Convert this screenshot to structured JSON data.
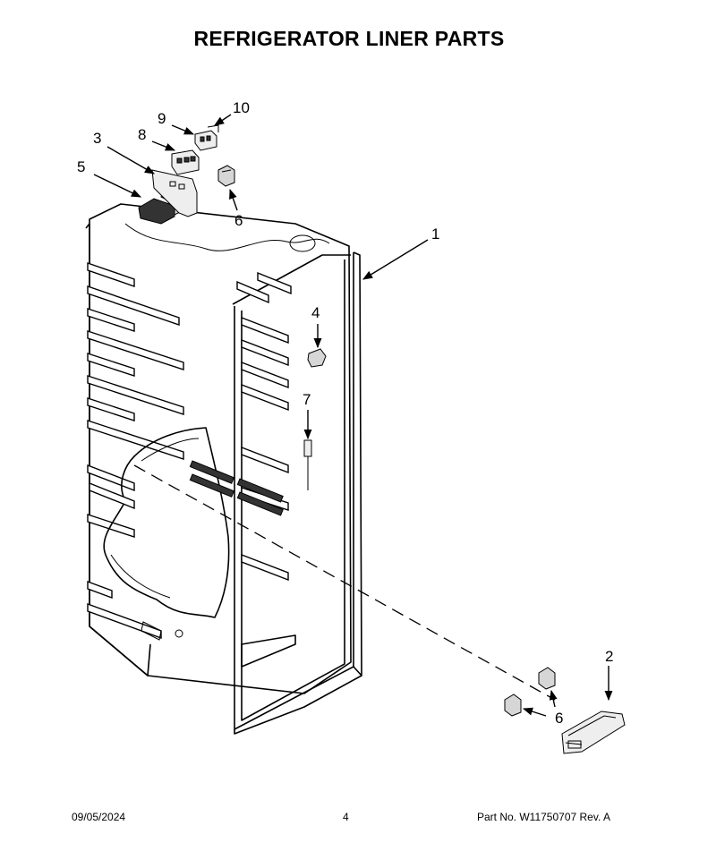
{
  "title": "REFRIGERATOR LINER PARTS",
  "callouts": {
    "c1": "1",
    "c2": "2",
    "c3": "3",
    "c4": "4",
    "c5": "5",
    "c6a": "6",
    "c6b": "6",
    "c7": "7",
    "c8": "8",
    "c9": "9",
    "c10": "10"
  },
  "footer": {
    "date": "09/05/2024",
    "page": "4",
    "part": "Part No.  W11750707  Rev.  A"
  }
}
